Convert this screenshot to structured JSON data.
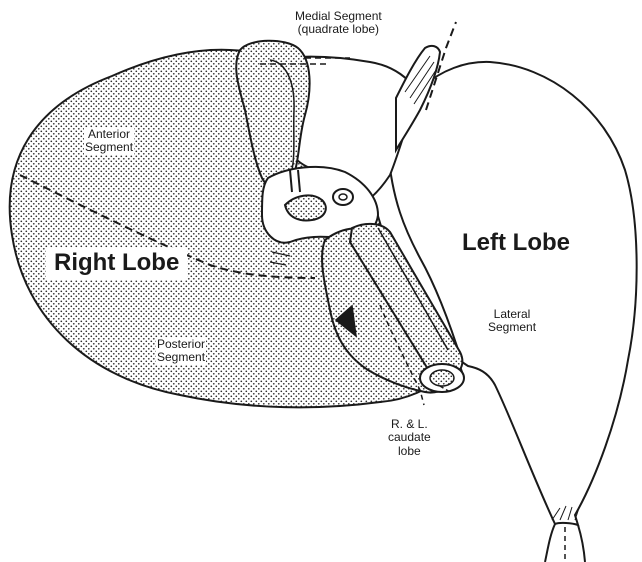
{
  "labels": {
    "medial_segment": "Medial Segment",
    "quadrate_lobe": "(quadrate lobe)",
    "anterior": "Anterior",
    "anterior_segment": "Segment",
    "right_lobe": "Right Lobe",
    "left_lobe": "Left Lobe",
    "lateral": "Lateral",
    "lateral_segment": "Segment",
    "posterior": "Posterior",
    "posterior_segment": "Segment",
    "caudate_line1": "R. & L.",
    "caudate_line2": "caudate",
    "caudate_line3": "lobe"
  },
  "colors": {
    "ink": "#1a1a1a",
    "stipple": "#2a2a2a",
    "paper": "#ffffff"
  }
}
